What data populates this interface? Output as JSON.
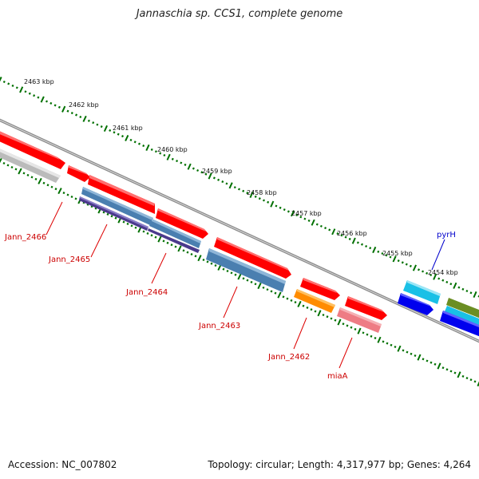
{
  "title": "Jannaschia sp. CCS1, complete genome",
  "footer": {
    "accession_label": "Accession:",
    "accession": "NC_007802",
    "topology_label": "Topology:",
    "topology": "circular",
    "length_label": "Length:",
    "length": "4,317,977 bp",
    "genes_label": "Genes:",
    "genes": "4,264"
  },
  "scale_labels": [
    {
      "text": "2463 kbp"
    },
    {
      "text": "2462 kbp"
    },
    {
      "text": "2461 kbp"
    },
    {
      "text": "2460 kbp"
    },
    {
      "text": "2459 kbp"
    },
    {
      "text": "2458 kbp"
    },
    {
      "text": "2457 kbp"
    },
    {
      "text": "2456 kbp"
    },
    {
      "text": "2455 kbp"
    },
    {
      "text": "2454 kbp"
    }
  ],
  "gene_labels": [
    {
      "text": "Jann_2466",
      "color": "#cc0000"
    },
    {
      "text": "Jann_2465",
      "color": "#cc0000"
    },
    {
      "text": "Jann_2464",
      "color": "#cc0000"
    },
    {
      "text": "Jann_2463",
      "color": "#cc0000"
    },
    {
      "text": "Jann_2462",
      "color": "#cc0000"
    },
    {
      "text": "miaA",
      "color": "#cc0000"
    },
    {
      "text": "pyrH",
      "color": "#0000cc"
    }
  ],
  "colors": {
    "red_gene": "#ff0000",
    "gray_gene": "#bbbbbb",
    "steelblue_gene": "#4a7fb0",
    "purple_gene": "#4b3a8c",
    "orange_gene": "#ff8c00",
    "pink_gene": "#ee7c84",
    "cyan_gene": "#19c0e6",
    "blue_gene": "#0000ee",
    "olive_gene": "#6b8e23",
    "backbone": "#777777",
    "tick": "#007000"
  }
}
